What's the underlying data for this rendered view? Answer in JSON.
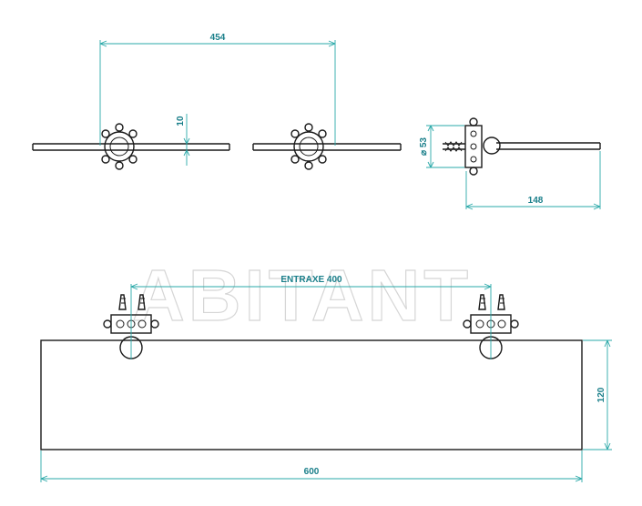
{
  "watermark": "ABITANT",
  "colors": {
    "line": "#1a1a1a",
    "dimension": "#2aa8a8",
    "dimension_text": "#1a7f8a",
    "watermark": "#d6d6d6"
  },
  "top_view": {
    "width_dim": "454",
    "thickness_dim": "10"
  },
  "side_view": {
    "diameter_dim": "⌀ 53",
    "depth_dim": "148"
  },
  "front_view": {
    "entraxe_dim": "ENTRAXE 400",
    "length_dim": "600",
    "height_dim": "120"
  }
}
